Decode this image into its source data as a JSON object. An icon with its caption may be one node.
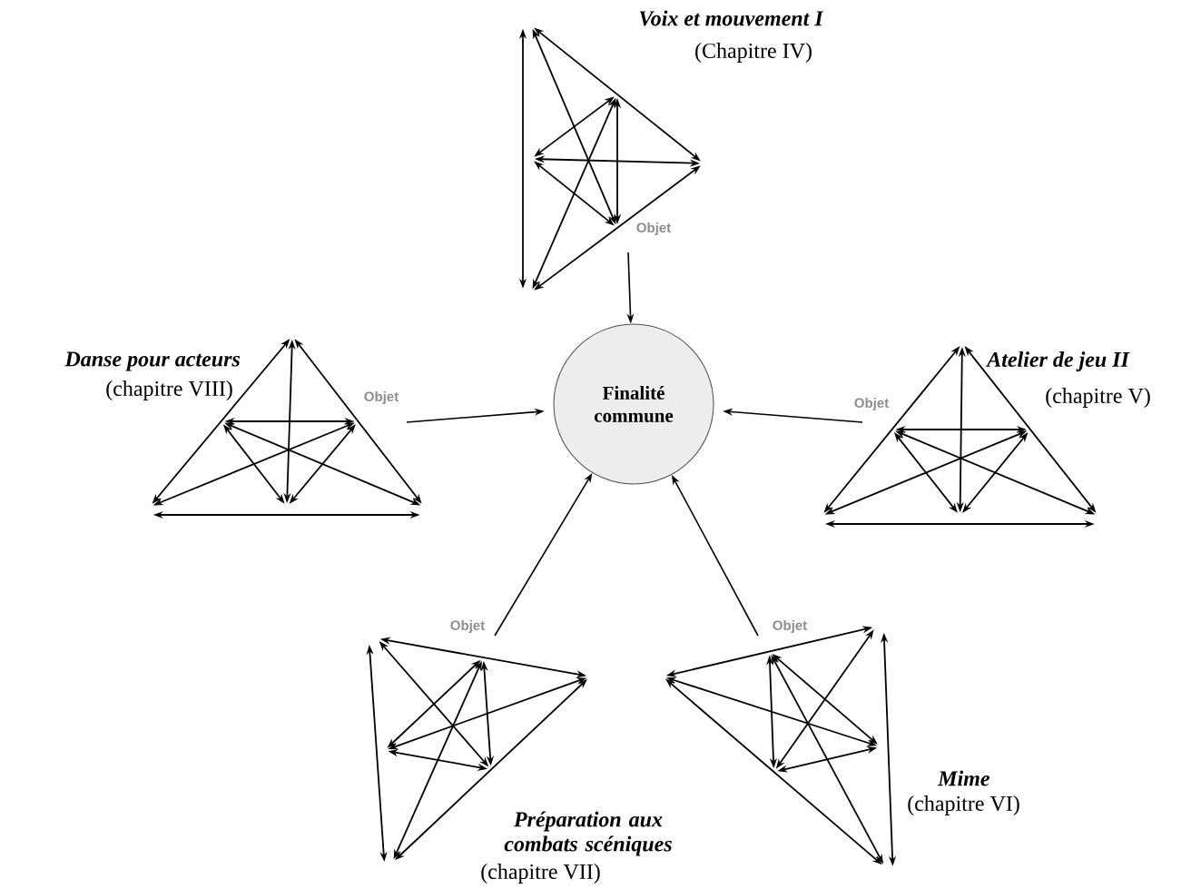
{
  "diagram": {
    "nodes": [
      {
        "text": [
          "Objet"
        ]
      },
      {
        "text": [
          "Objet"
        ]
      },
      {
        "text": [
          "Finalité commune"
        ]
      },
      {
        "text": [
          "Objet"
        ]
      },
      {
        "text": [
          "Objet"
        ]
      },
      {
        "text": [
          "Objet"
        ]
      }
    ],
    "edges": [
      {
        "from": 0,
        "to": 2,
        "arrow": "to"
      },
      {
        "from": 1,
        "to": 2,
        "arrow": "to"
      },
      {
        "from": 3,
        "to": 2,
        "arrow": "to"
      },
      {
        "from": 4,
        "to": 2,
        "arrow": "to"
      },
      {
        "from": 5,
        "to": 2,
        "arrow": "to"
      }
    ],
    "labels": [
      "Voix et mouvement I",
      "(Chapitre IV)",
      "Danse pour acteurs",
      "(chapitre VIII)",
      "Atelier de jeu II",
      "(chapitre V)",
      "Mime",
      "(chapitre VI)",
      "Préparation aux combats scéniques",
      "(chapitre VII)"
    ]
  }
}
